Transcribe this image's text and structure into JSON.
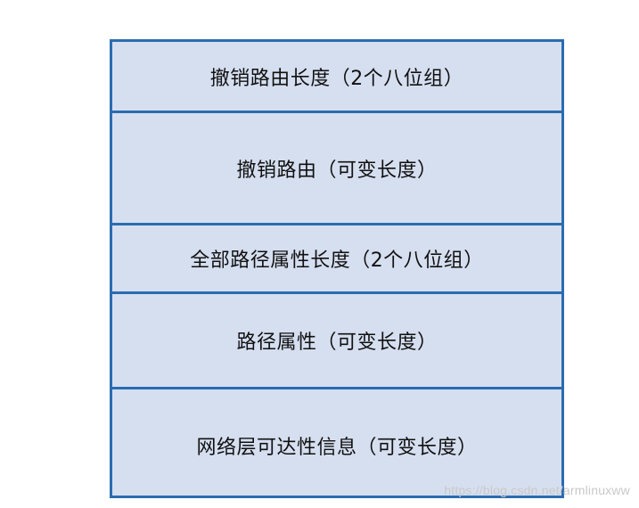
{
  "fields": [
    {
      "label": "撤销路由长度（2个八位组）"
    },
    {
      "label": "撤销路由（可变长度）"
    },
    {
      "label": "全部路径属性长度（2个八位组）"
    },
    {
      "label": "路径属性（可变长度）"
    },
    {
      "label": "网络层可达性信息（可变长度）"
    }
  ],
  "watermark": "https://blog.csdn.net/armlinuxww",
  "colors": {
    "border": "#2b6cb0",
    "fill": "#d6dff0"
  }
}
